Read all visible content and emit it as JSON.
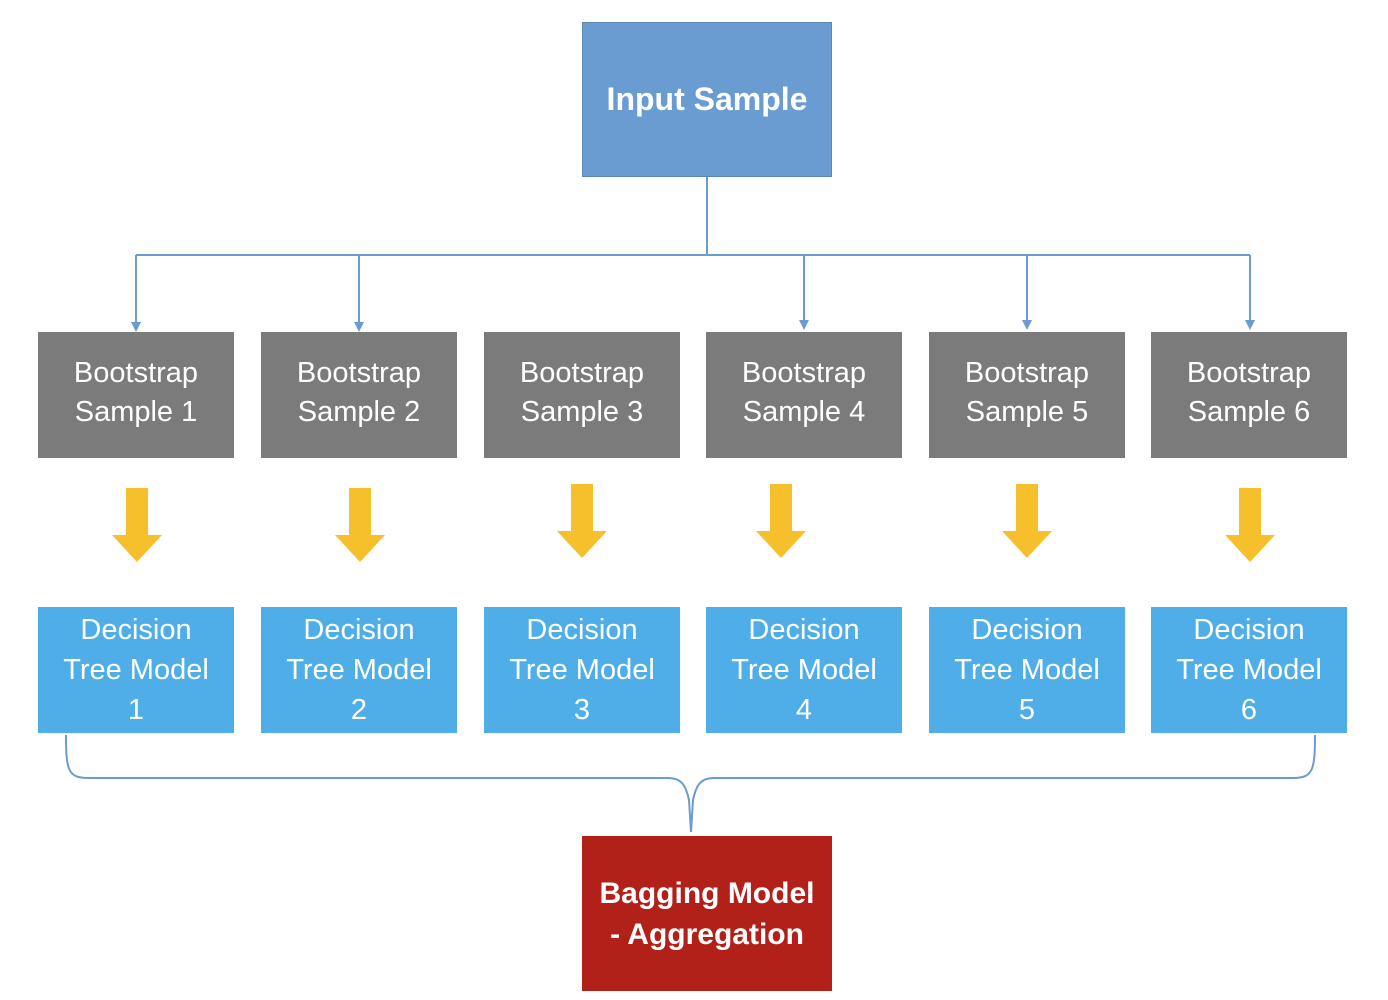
{
  "input_sample": {
    "label": "Input Sample"
  },
  "bootstrap_samples": [
    {
      "line1": "Bootstrap",
      "line2": "Sample 1"
    },
    {
      "line1": "Bootstrap",
      "line2": "Sample 2"
    },
    {
      "line1": "Bootstrap",
      "line2": "Sample 3"
    },
    {
      "line1": "Bootstrap",
      "line2": "Sample 4"
    },
    {
      "line1": "Bootstrap",
      "line2": "Sample 5"
    },
    {
      "line1": "Bootstrap",
      "line2": "Sample 6"
    }
  ],
  "decision_trees": [
    {
      "line1": "Decision",
      "line2": "Tree Model",
      "line3": "1"
    },
    {
      "line1": "Decision",
      "line2": "Tree Model",
      "line3": "2"
    },
    {
      "line1": "Decision",
      "line2": "Tree Model",
      "line3": "3"
    },
    {
      "line1": "Decision",
      "line2": "Tree Model",
      "line3": "4"
    },
    {
      "line1": "Decision",
      "line2": "Tree Model",
      "line3": "5"
    },
    {
      "line1": "Decision",
      "line2": "Tree Model",
      "line3": "6"
    }
  ],
  "bagging_model": {
    "line1": "Bagging Model",
    "line2": "- Aggregation"
  },
  "colors": {
    "input_box": "#6a9bd1",
    "bootstrap_box": "#7b7b7b",
    "tree_box": "#4faee8",
    "bagging_box": "#b2201a",
    "connector_line": "#6a9bd1",
    "down_arrow": "#f5c02c"
  }
}
